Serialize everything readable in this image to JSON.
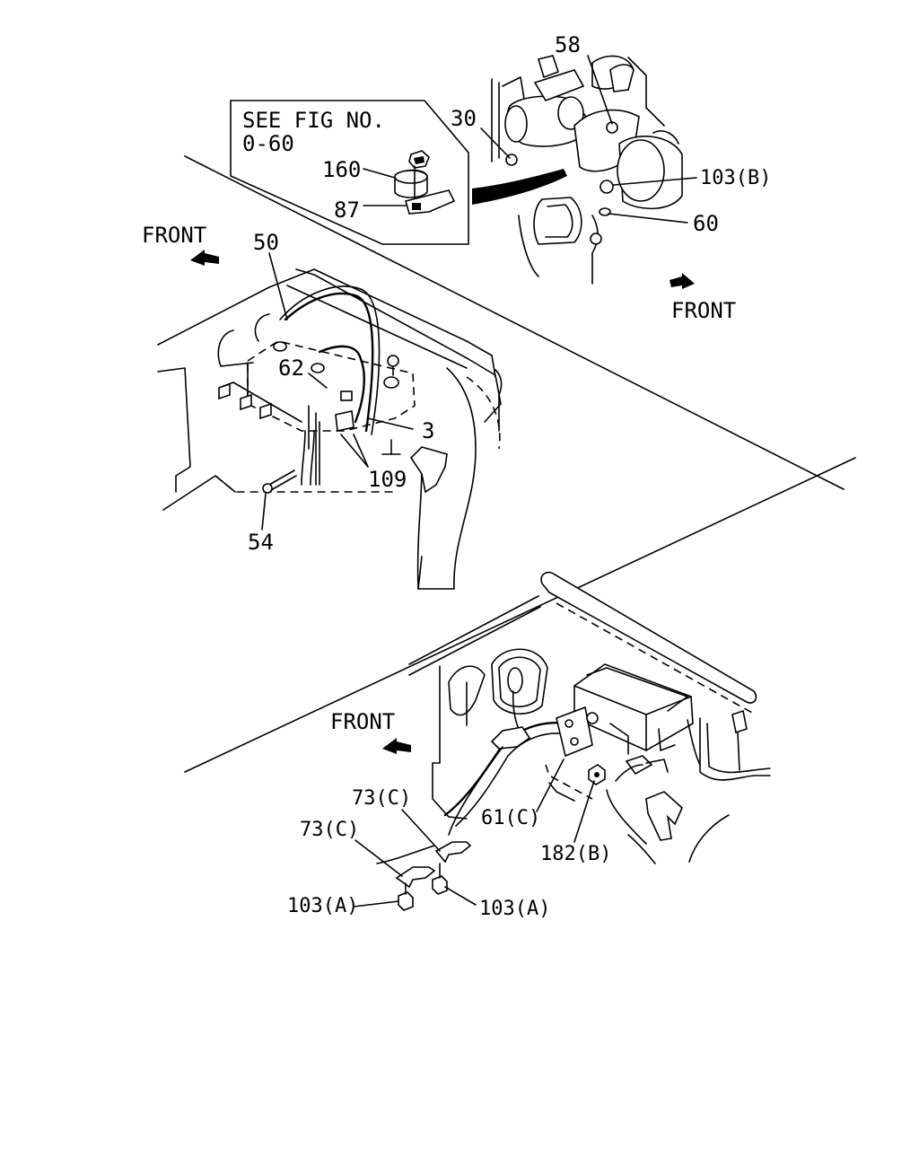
{
  "inset": {
    "line1": "SEE FIG NO.",
    "line2": "0-60"
  },
  "front_labels": [
    "FRONT",
    "FRONT",
    "FRONT"
  ],
  "callouts": {
    "c58": "58",
    "c30": "30",
    "c103B": "103(B)",
    "c60": "60",
    "c160": "160",
    "c87": "87",
    "c50": "50",
    "c62": "62",
    "c3": "3",
    "c109": "109",
    "c54": "54",
    "c73C_1": "73(C)",
    "c73C_2": "73(C)",
    "c61C": "61(C)",
    "c182B": "182(B)",
    "c103A_1": "103(A)",
    "c103A_2": "103(A)"
  }
}
